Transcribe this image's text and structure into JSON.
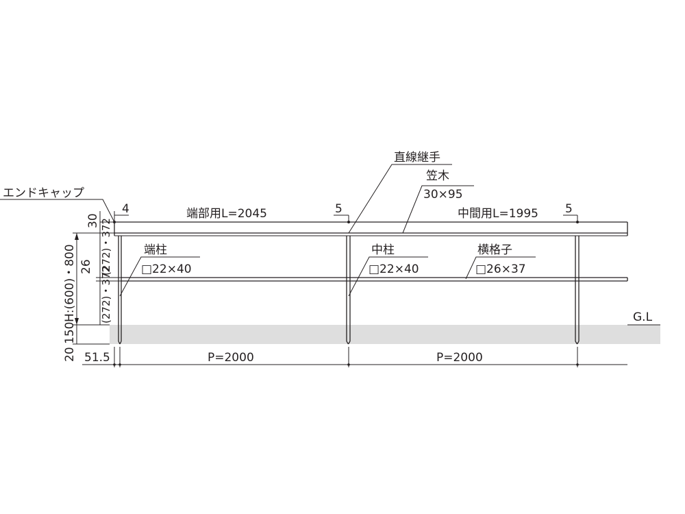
{
  "labels": {
    "end_cap": "エンドキャップ",
    "straight_joint": "直線継手",
    "kasagi": "笠木",
    "kasagi_size": "30×95",
    "end_post": "端柱",
    "end_post_size": "□22×40",
    "mid_post": "中柱",
    "mid_post_size": "□22×40",
    "horizontal_bar": "横格子",
    "horizontal_bar_size": "□26×37",
    "gl": "G.L"
  },
  "dimensions": {
    "end_length": "端部用L=2045",
    "mid_length": "中間用L=1995",
    "gap_left": "4",
    "gap_mid": "5",
    "gap_right": "5",
    "top_thickness": "30",
    "bar_thickness": "26",
    "upper_span": "(272)・372",
    "lower_span": "(272)・372",
    "height": "H:(600)・800",
    "below_gl_150": "150",
    "below_gl_20": "20",
    "offset": "51.5",
    "pitch_1": "P=2000",
    "pitch_2": "P=2000"
  },
  "colors": {
    "line": "#231f20",
    "ground": "#dedede"
  }
}
